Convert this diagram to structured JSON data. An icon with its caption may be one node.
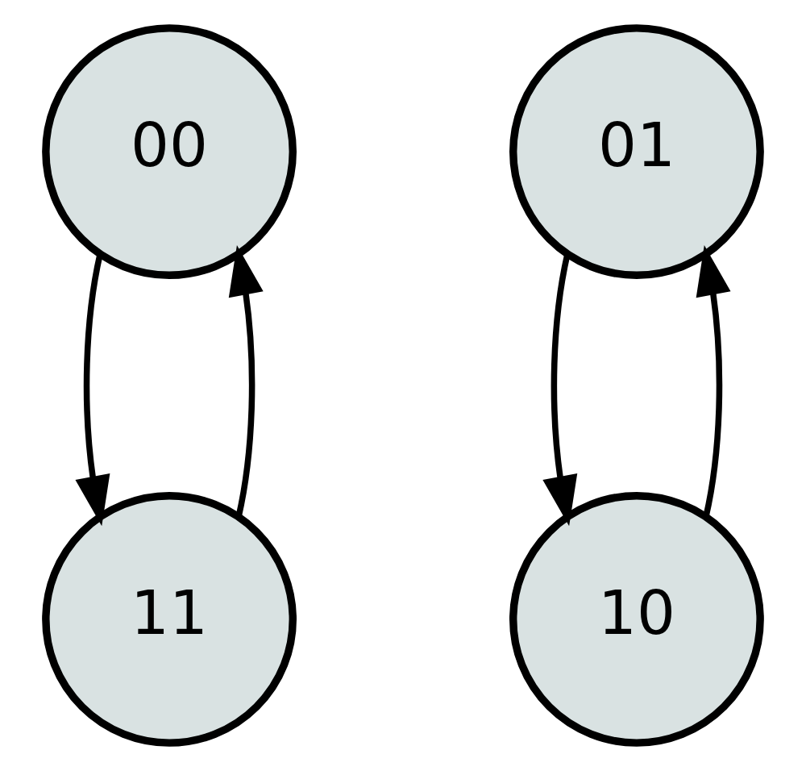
{
  "diagram": {
    "nodes": [
      {
        "text": [
          "00"
        ]
      },
      {
        "text": [
          "01"
        ]
      },
      {
        "text": [
          "10"
        ]
      },
      {
        "text": [
          "11"
        ]
      }
    ],
    "edges": [
      {
        "from": 0,
        "to": 3,
        "arrow": "to"
      },
      {
        "from": 3,
        "to": 0,
        "arrow": "to"
      },
      {
        "from": 1,
        "to": 2,
        "arrow": "to"
      },
      {
        "from": 2,
        "to": 1,
        "arrow": "to"
      }
    ]
  }
}
